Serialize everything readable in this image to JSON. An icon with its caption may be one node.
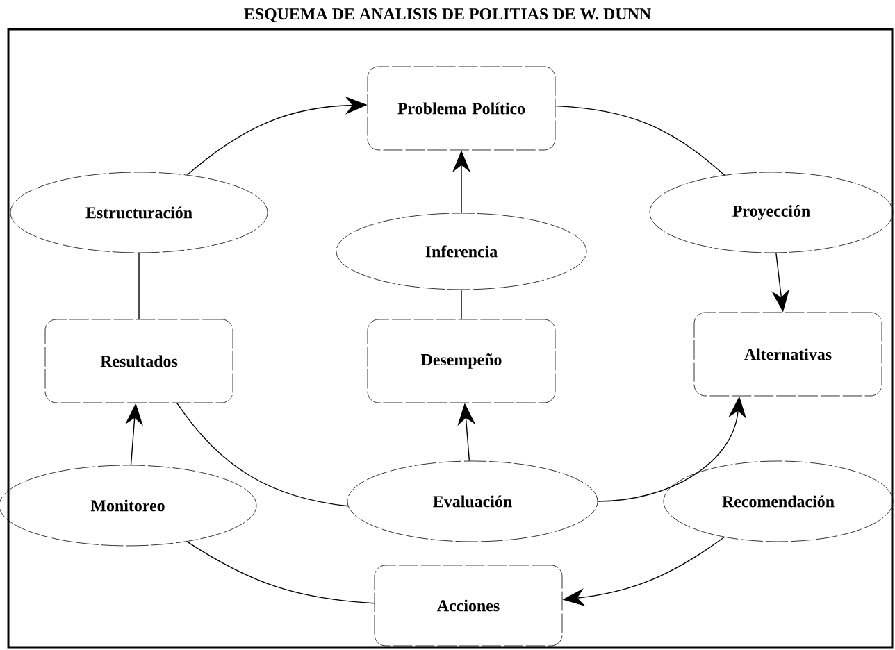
{
  "diagram": {
    "title": "ESQUEMA DE ANALISIS DE POLITIAS DE W. DUNN",
    "nodes": [
      {
        "text": [
          "Problema Político"
        ]
      },
      {
        "text": [
          "Estructuración"
        ]
      },
      {
        "text": [
          "Proyección"
        ]
      },
      {
        "text": [
          "Inferencia"
        ]
      },
      {
        "text": [
          "Resultados"
        ]
      },
      {
        "text": [
          "Desempeño"
        ]
      },
      {
        "text": [
          "Alternativas"
        ]
      },
      {
        "text": [
          "Monitoreo"
        ]
      },
      {
        "text": [
          "Evaluación"
        ]
      },
      {
        "text": [
          "Recomendación"
        ]
      },
      {
        "text": [
          "Acciones"
        ]
      }
    ],
    "edges": [
      {
        "from": 1,
        "to": 0,
        "arrow": "to"
      },
      {
        "from": 4,
        "to": 1,
        "arrow": "none"
      },
      {
        "from": 3,
        "to": 0,
        "arrow": "to"
      },
      {
        "from": 5,
        "to": 3,
        "arrow": "none"
      },
      {
        "from": 0,
        "to": 2,
        "arrow": "none"
      },
      {
        "from": 2,
        "to": 6,
        "arrow": "to"
      },
      {
        "from": 8,
        "to": 5,
        "arrow": "to"
      },
      {
        "from": 4,
        "to": 8,
        "arrow": "none"
      },
      {
        "from": 8,
        "to": 6,
        "arrow": "to"
      },
      {
        "from": 9,
        "to": 10,
        "arrow": "to"
      },
      {
        "from": 10,
        "to": 7,
        "arrow": "none"
      },
      {
        "from": 7,
        "to": 4,
        "arrow": "to"
      }
    ]
  }
}
